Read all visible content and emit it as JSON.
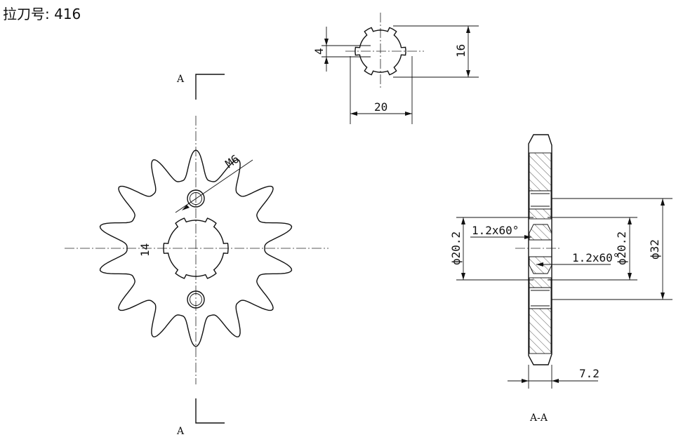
{
  "title": "拉刀号: 416",
  "front_view": {
    "section_mark_top": "A",
    "section_mark_bottom": "A",
    "teeth_label": "14",
    "thread_label": "M6"
  },
  "spline_detail": {
    "width_dim": "20",
    "height_dim": "16",
    "slot_dim": "4"
  },
  "section_view": {
    "section_label": "A-A",
    "chamfer_left": "1.2x60°",
    "chamfer_right": "1.2x60°",
    "bore_left": "ϕ20.2",
    "bore_right": "ϕ20.2",
    "outer_dia": "ϕ32",
    "thickness": "7.2"
  }
}
